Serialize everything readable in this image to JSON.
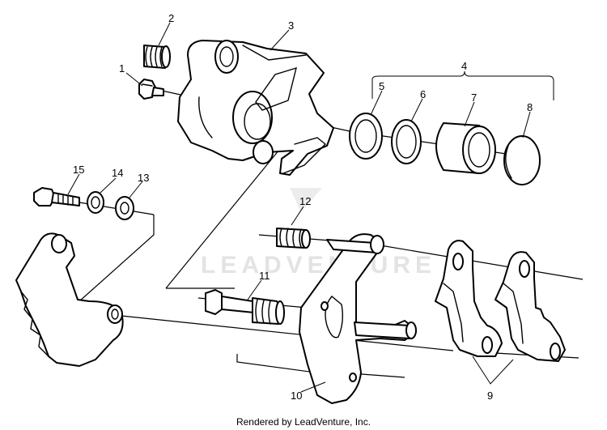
{
  "watermark": "LEADVENTURE",
  "credit": "Rendered by LeadVenture, Inc.",
  "callouts": {
    "c1": "1",
    "c2": "2",
    "c3": "3",
    "c4": "4",
    "c5": "5",
    "c6": "6",
    "c7": "7",
    "c8": "8",
    "c9": "9",
    "c10": "10",
    "c11": "11",
    "c12": "12",
    "c13": "13",
    "c14": "14",
    "c15": "15"
  }
}
